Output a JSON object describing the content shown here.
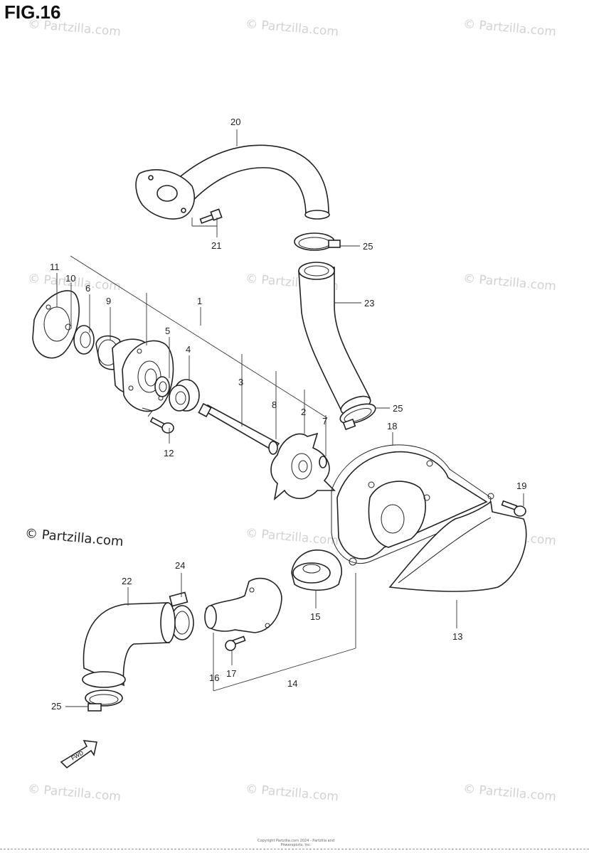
{
  "figure": {
    "title": "FIG.16"
  },
  "watermarks": {
    "text": "© Partzilla.com",
    "prominent": "© Partzilla.com"
  },
  "fwd_label": "FWD",
  "copyright": "Copyright Partzilla.com 2024 - Partzilla and Powersports, Inc.",
  "callouts": {
    "c1": "1",
    "c2": "2",
    "c3": "3",
    "c4": "4",
    "c5": "5",
    "c6": "6",
    "c7": "7",
    "c8": "8",
    "c9": "9",
    "c10": "10",
    "c11": "11",
    "c12": "12",
    "c13": "13",
    "c14": "14",
    "c15": "15",
    "c16": "16",
    "c17": "17",
    "c18": "18",
    "c19": "19",
    "c20": "20",
    "c21": "21",
    "c22": "22",
    "c23": "23",
    "c24": "24",
    "c25a": "25",
    "c25b": "25",
    "c25c": "25"
  }
}
